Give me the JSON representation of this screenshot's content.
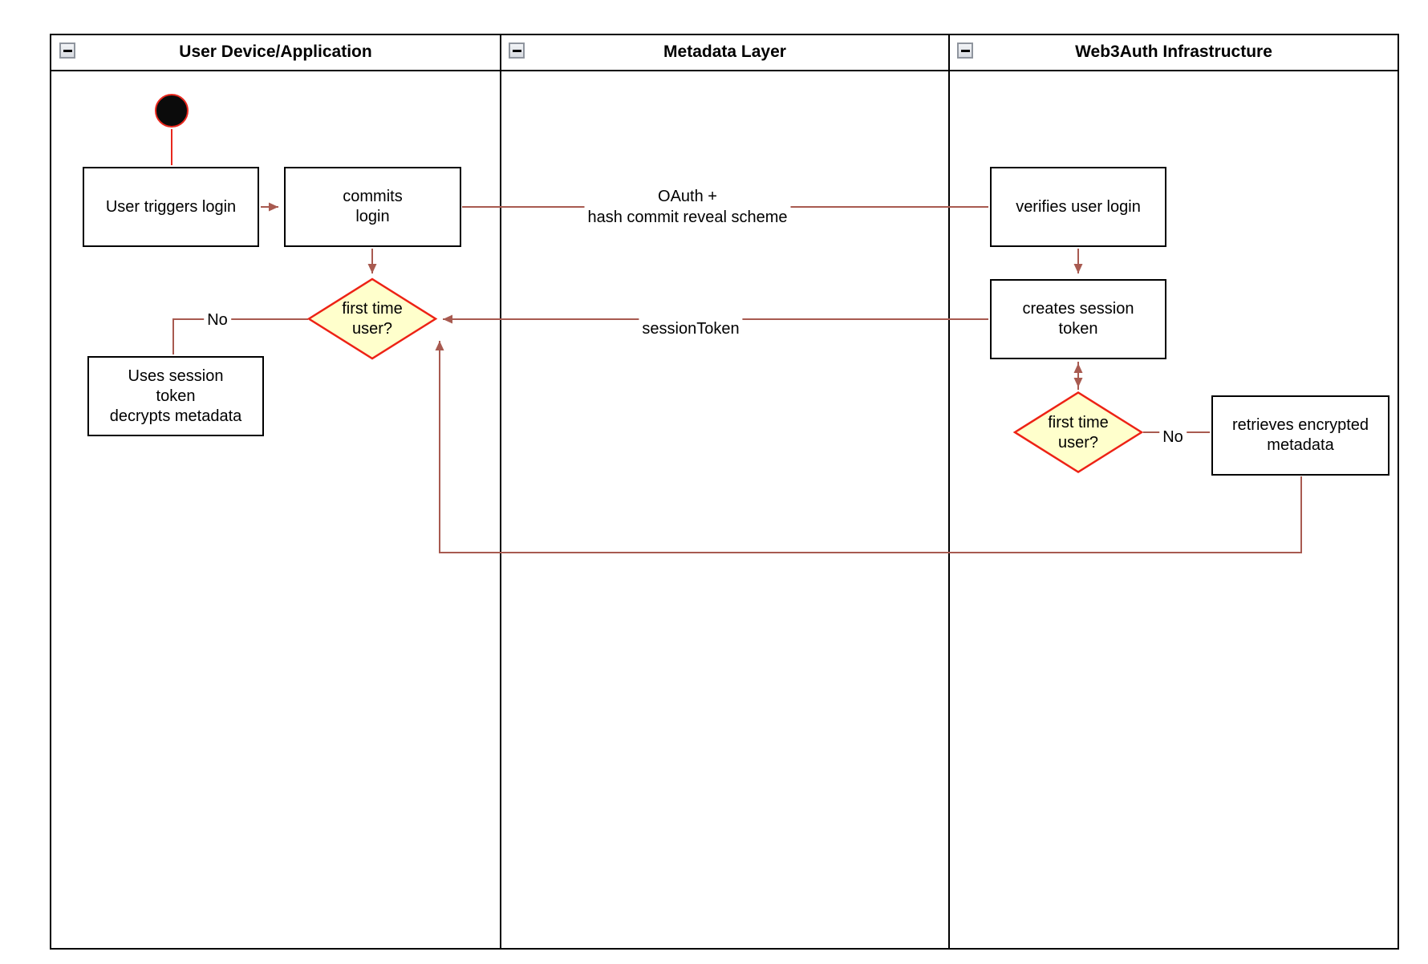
{
  "colors": {
    "arrow": "#a85a50",
    "bright_red": "#e8281e",
    "diamond_fill": "#ffffcc",
    "diamond_stroke": "#ed2215",
    "box_border": "#000000",
    "lane_border": "#000000"
  },
  "lanes": [
    {
      "title": "User Device/Application"
    },
    {
      "title": "Metadata Layer"
    },
    {
      "title": "Web3Auth Infrastructure"
    }
  ],
  "nodes": {
    "user_triggers_login": "User triggers login",
    "commits_login": "commits\nlogin",
    "verifies_user_login": "verifies user login",
    "creates_session_token": "creates session\ntoken",
    "uses_session_token": "Uses session\ntoken\ndecrypts metadata",
    "retrieves_encrypted_metadata": "retrieves encrypted\nmetadata",
    "first_time_user_left": "first time\nuser?",
    "first_time_user_right": "first time\nuser?"
  },
  "edge_labels": {
    "oauth": "OAuth +\nhash commit reveal scheme",
    "session_token": "sessionToken",
    "no_left": "No",
    "no_right": "No"
  }
}
